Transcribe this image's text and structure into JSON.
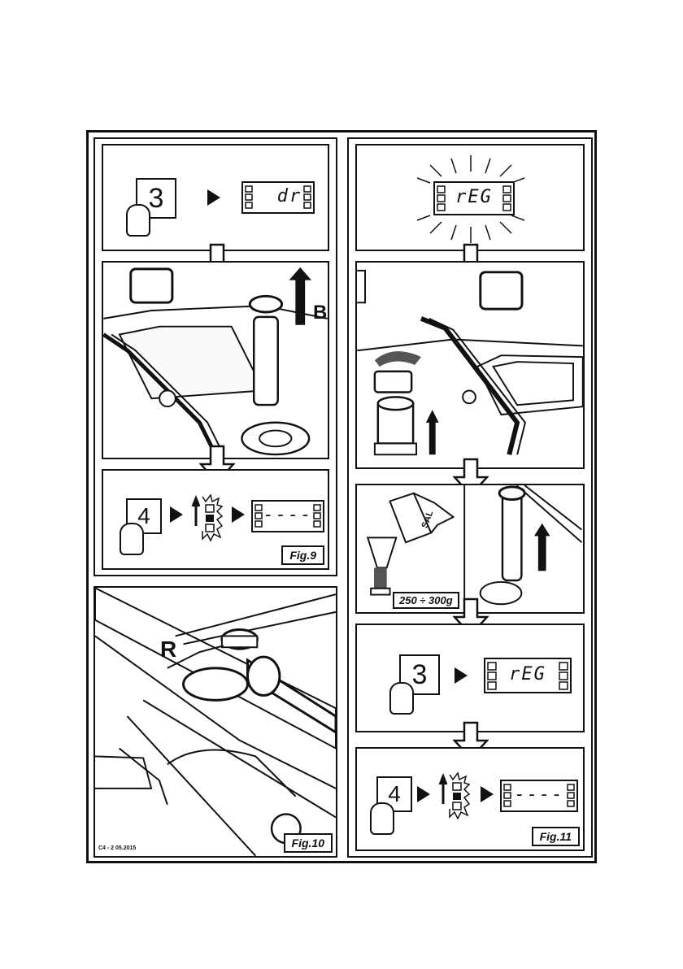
{
  "fig9": {
    "label": "Fig.9",
    "step1": {
      "key": "3",
      "display": "dr"
    },
    "step2": {
      "arrow_label": "B"
    },
    "step3": {
      "key": "4",
      "display": "----"
    }
  },
  "fig10": {
    "label": "Fig.10",
    "callout": "R",
    "footer": "C4 - 2   05.2015"
  },
  "fig11": {
    "label": "Fig.11",
    "step1": {
      "display": "rEG"
    },
    "step3": {
      "packet": "SAL",
      "amount": "250 ÷ 300g"
    },
    "step4": {
      "key": "3",
      "display": "rEG"
    },
    "step5": {
      "key": "4",
      "display": "----"
    }
  }
}
